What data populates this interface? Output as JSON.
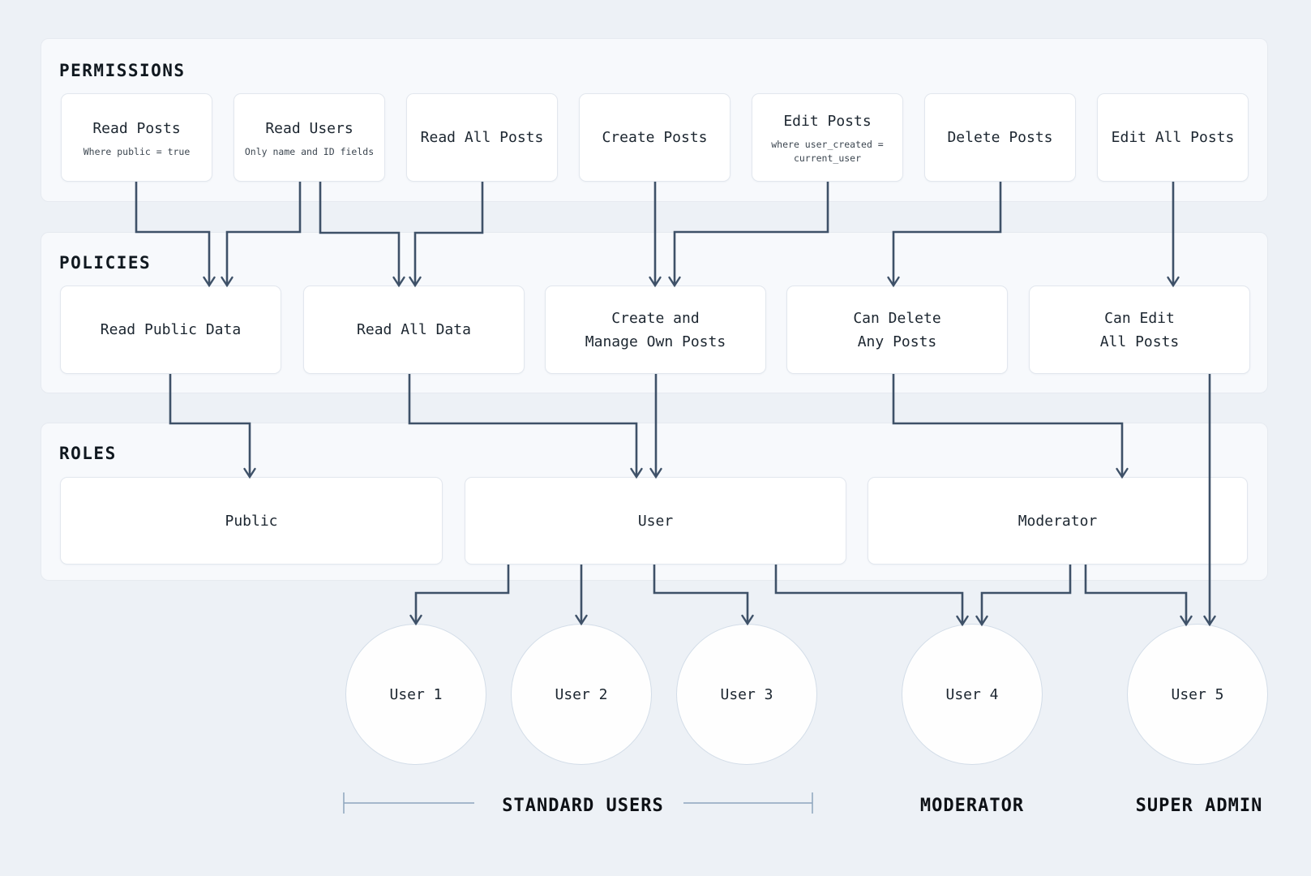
{
  "diagram": {
    "sections": [
      {
        "label": "PERMISSIONS",
        "items": [
          {
            "id": "read-posts",
            "title": "Read Posts",
            "subtitle": [
              "Where public = true"
            ]
          },
          {
            "id": "read-users",
            "title": "Read Users",
            "subtitle": [
              "Only name and ID fields"
            ]
          },
          {
            "id": "read-all-posts",
            "title": "Read All Posts"
          },
          {
            "id": "create-posts",
            "title": "Create Posts"
          },
          {
            "id": "edit-posts",
            "title": "Edit Posts",
            "subtitle": [
              "where user_created =",
              "current_user"
            ]
          },
          {
            "id": "delete-posts",
            "title": "Delete Posts"
          },
          {
            "id": "edit-all-posts",
            "title": "Edit All Posts"
          }
        ]
      },
      {
        "label": "POLICIES",
        "items": [
          {
            "id": "read-public-data",
            "title": [
              "Read Public Data"
            ]
          },
          {
            "id": "read-all-data",
            "title": [
              "Read All Data"
            ]
          },
          {
            "id": "create-manage-own-posts",
            "title": [
              "Create and",
              "Manage Own Posts"
            ]
          },
          {
            "id": "can-delete-any-posts",
            "title": [
              "Can Delete",
              "Any Posts"
            ]
          },
          {
            "id": "can-edit-all-posts",
            "title": [
              "Can Edit",
              "All Posts"
            ]
          }
        ]
      },
      {
        "label": "ROLES",
        "items": [
          {
            "id": "public",
            "title": "Public"
          },
          {
            "id": "user",
            "title": "User"
          },
          {
            "id": "moderator",
            "title": "Moderator"
          }
        ]
      }
    ],
    "users": [
      {
        "id": "user-1",
        "label": "User 1"
      },
      {
        "id": "user-2",
        "label": "User 2"
      },
      {
        "id": "user-3",
        "label": "User 3"
      },
      {
        "id": "user-4",
        "label": "User 4"
      },
      {
        "id": "user-5",
        "label": "User 5"
      }
    ],
    "group_labels": [
      {
        "id": "standard-users",
        "label": "STANDARD USERS"
      },
      {
        "id": "moderator-group",
        "label": "MODERATOR"
      },
      {
        "id": "super-admin",
        "label": "SUPER ADMIN"
      }
    ],
    "edges": [
      {
        "from": "read-posts",
        "to": "read-public-data"
      },
      {
        "from": "read-users",
        "to": "read-public-data"
      },
      {
        "from": "read-users",
        "to": "read-all-data"
      },
      {
        "from": "read-all-posts",
        "to": "read-all-data"
      },
      {
        "from": "create-posts",
        "to": "create-manage-own-posts"
      },
      {
        "from": "edit-posts",
        "to": "create-manage-own-posts"
      },
      {
        "from": "delete-posts",
        "to": "can-delete-any-posts"
      },
      {
        "from": "edit-all-posts",
        "to": "can-edit-all-posts"
      },
      {
        "from": "read-public-data",
        "to": "public"
      },
      {
        "from": "read-all-data",
        "to": "user"
      },
      {
        "from": "create-manage-own-posts",
        "to": "user"
      },
      {
        "from": "can-delete-any-posts",
        "to": "moderator"
      },
      {
        "from": "can-edit-all-posts",
        "to": "user-5"
      },
      {
        "from": "user",
        "to": "user-1"
      },
      {
        "from": "user",
        "to": "user-2"
      },
      {
        "from": "user",
        "to": "user-3"
      },
      {
        "from": "user",
        "to": "user-4"
      },
      {
        "from": "moderator",
        "to": "user-4"
      },
      {
        "from": "moderator",
        "to": "user-5"
      }
    ],
    "colors": {
      "background": "#edf1f6",
      "panel": "#f7f9fc",
      "panel_border": "#e6eaf0",
      "box_border": "#e2e7ee",
      "connector": "#3e5168",
      "bracket": "#8da5bd",
      "text": "#1c2630"
    }
  }
}
